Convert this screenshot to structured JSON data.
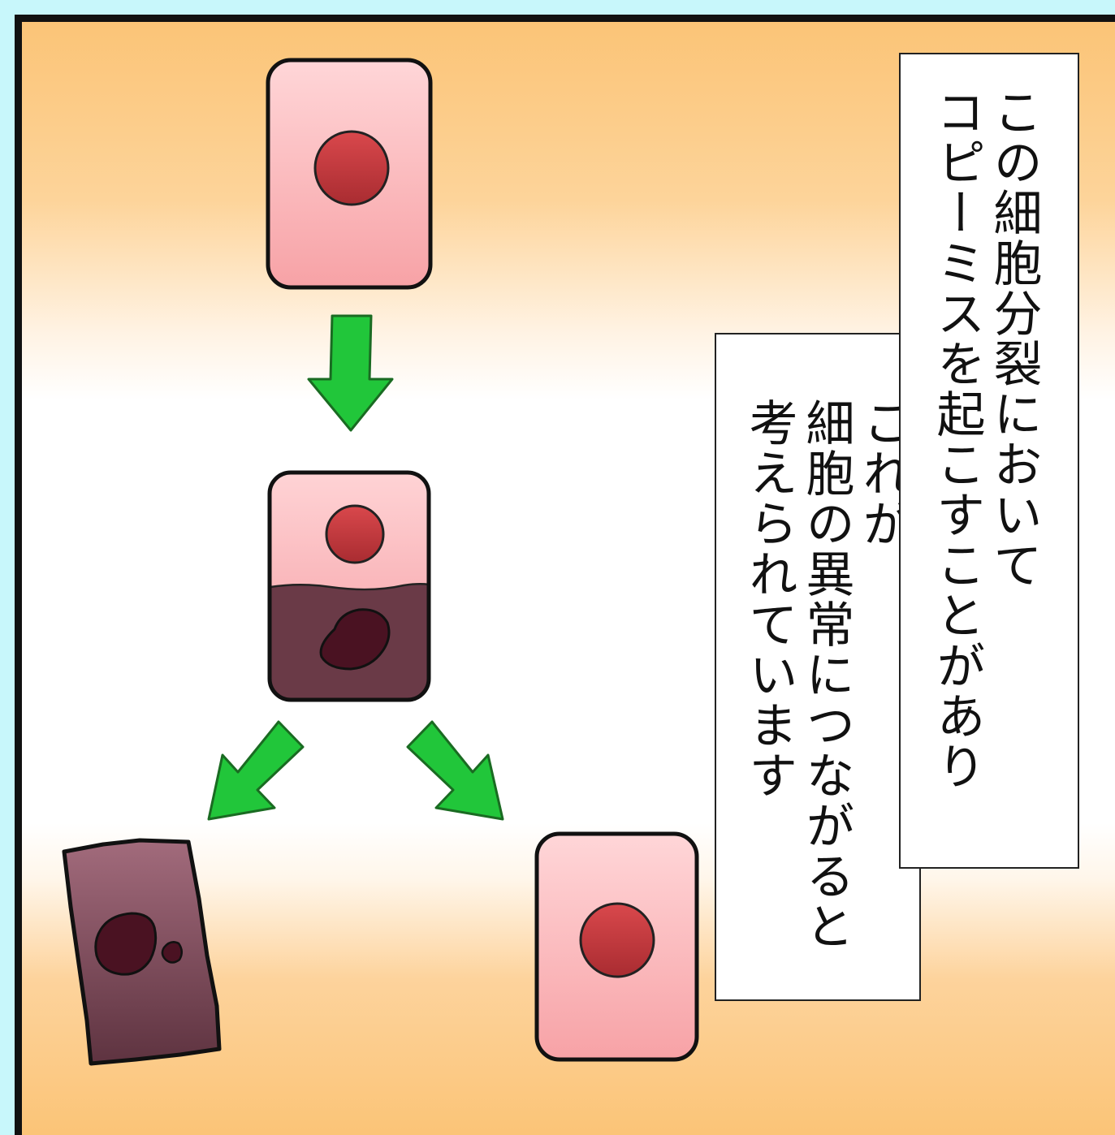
{
  "narration": {
    "box1": {
      "lines": [
        "この細胞分裂において",
        "コピーミスを起こすことがあり"
      ]
    },
    "box2": {
      "lines": [
        "これが",
        "細胞の異常につながると",
        "考えられています"
      ]
    }
  },
  "colors": {
    "arrow": "#21c63a",
    "cell_normal": "#f9a8ab",
    "cell_abnormal": "#6b3c49",
    "nucleus_normal": "#c2383b",
    "nucleus_abnormal": "#4a1222",
    "background_top": "#fbc477"
  }
}
